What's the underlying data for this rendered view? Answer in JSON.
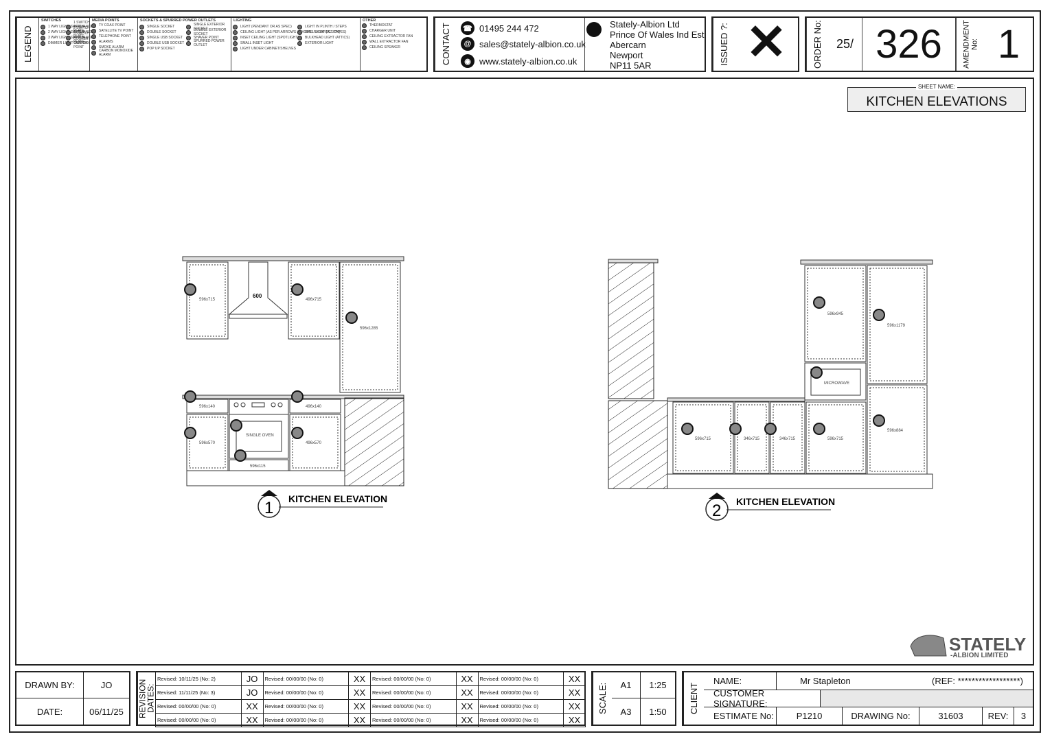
{
  "legend": {
    "title": "LEGEND",
    "columns": [
      {
        "heading": "SWITCHES",
        "items": [
          "1 WAY LIGHT SWITCH",
          "2 WAY LIGHT SWITCH",
          "3 WAY LIGHT SWITCH",
          "DIMMER LIGHT SWITCH",
          "1 SWITCH APPLIANCE PLATE",
          "2 SWITCH APPLIANCE PLATE",
          "3 SWITCH APPLIANCE PLATE",
          "COOKER CONTROL POINT"
        ]
      },
      {
        "heading": "MEDIA POINTS",
        "items": [
          "TV COAX POINT",
          "SATELLITE TV POINT",
          "TELEPHONE POINT",
          "ALARMS",
          "SMOKE ALARM",
          "CARBON MONOXIDE ALARM"
        ]
      },
      {
        "heading": "SOCKETS & SPURRED POWER OUTLETS",
        "items": [
          "SINGLE SOCKET",
          "DOUBLE SOCKET",
          "SINGLE USB SOCKET",
          "DOUBLE USB SOCKET",
          "POP UP SOCKET",
          "SINGLE EXTERIOR SOCKET",
          "DOUBLE EXTERIOR SOCKET",
          "SHAVER POINT",
          "SPURRED POWER OUTLET"
        ]
      },
      {
        "heading": "LIGHTING",
        "items": [
          "LIGHT (PENDANT OR AS SPEC)",
          "CEILING LIGHT (AS PER ARROWS INDICATE FIX DIRECTION)",
          "INSET CEILING LIGHT (SPOTLIGHT)",
          "SMALL INSET LIGHT",
          "LIGHT UNDER CABINET/SHELVES",
          "LIGHT IN PLINTH / STEPS",
          "WALL LIGHT (ALL TYPES)",
          "BULKHEAD LIGHT (ATTICS)",
          "EXTERIOR LIGHT"
        ]
      },
      {
        "heading": "OTHER",
        "items": [
          "THERMOSTAT",
          "CHARGER UNIT",
          "CEILING EXTRACTOR FAN",
          "WALL EXTRACTOR FAN",
          "CEILING SPEAKER"
        ]
      }
    ]
  },
  "contact": {
    "title": "CONTACT",
    "phone": "01495 244 472",
    "email": "sales@stately-albion.co.uk",
    "website": "www.stately-albion.co.uk",
    "phone_icon": "phone-icon",
    "email_icon": "at-icon",
    "web_icon": "globe-icon",
    "address": [
      "Stately-Albion Ltd",
      "Prince Of Wales Ind Est",
      "Abercarn",
      "Newport",
      "NP11 5AR"
    ]
  },
  "issued": {
    "label": "ISSUED ?:",
    "mark": "✕"
  },
  "order": {
    "label": "ORDER No:",
    "prefix": "25/",
    "number": "326"
  },
  "amendment": {
    "label": "AMENDMENT No:",
    "number": "1"
  },
  "sheet": {
    "label": "SHEET NAME:",
    "name": "KITCHEN ELEVATIONS"
  },
  "elevation1": {
    "number": "1",
    "title": "KITCHEN ELEVATION",
    "hood_label": "600",
    "labels": [
      "596x715",
      "496x715",
      "596x1285",
      "596x140",
      "496x140",
      "SINGLE OVEN",
      "596x570",
      "496x570",
      "596x115"
    ]
  },
  "elevation2": {
    "number": "2",
    "title": "KITCHEN ELEVATION",
    "labels": [
      "596x945",
      "596x1179",
      "MICROWAVE",
      "596x715",
      "346x715",
      "346x715",
      "596x715",
      "596x884"
    ]
  },
  "logo": {
    "line1": "STATELY",
    "line2": "-ALBION LIMITED"
  },
  "drawn": {
    "drawn_by_label": "DRAWN BY:",
    "drawn_by": "JO",
    "date_label": "DATE:",
    "date": "06/11/25"
  },
  "revisions": {
    "label": "REVISION DATES:",
    "rows": [
      [
        [
          "Revised: 10/11/25  (No: 2)",
          "JO"
        ],
        [
          "Revised: 00/00/00  (No: 0)",
          "XX"
        ],
        [
          "Revised: 00/00/00  (No: 0)",
          "XX"
        ],
        [
          "Revised: 00/00/00  (No: 0)",
          "XX"
        ]
      ],
      [
        [
          "Revised: 11/11/25  (No: 3)",
          "JO"
        ],
        [
          "Revised: 00/00/00  (No: 0)",
          "XX"
        ],
        [
          "Revised: 00/00/00  (No: 0)",
          "XX"
        ],
        [
          "Revised: 00/00/00  (No: 0)",
          "XX"
        ]
      ],
      [
        [
          "Revised: 00/00/00  (No: 0)",
          "XX"
        ],
        [
          "Revised: 00/00/00  (No: 0)",
          "XX"
        ],
        [
          "Revised: 00/00/00  (No: 0)",
          "XX"
        ],
        [
          "Revised: 00/00/00  (No: 0)",
          "XX"
        ]
      ],
      [
        [
          "Revised: 00/00/00  (No: 0)",
          "XX"
        ],
        [
          "Revised: 00/00/00  (No: 0)",
          "XX"
        ],
        [
          "Revised: 00/00/00  (No: 0)",
          "XX"
        ],
        [
          "Revised: 00/00/00  (No: 0)",
          "XX"
        ]
      ]
    ]
  },
  "scale": {
    "label": "SCALE:",
    "a1": "A1",
    "a1_val": "1:25",
    "a3": "A3",
    "a3_val": "1:50"
  },
  "client": {
    "label": "CLIENT",
    "name_label": "NAME:",
    "name": "Mr Stapleton",
    "ref": "(REF: ******************)",
    "signature_label": "CUSTOMER SIGNATURE:",
    "estimate_label": "ESTIMATE No:",
    "estimate": "P1210",
    "drawing_label": "DRAWING No:",
    "drawing": "31603",
    "rev_label": "REV:",
    "rev": "3"
  }
}
